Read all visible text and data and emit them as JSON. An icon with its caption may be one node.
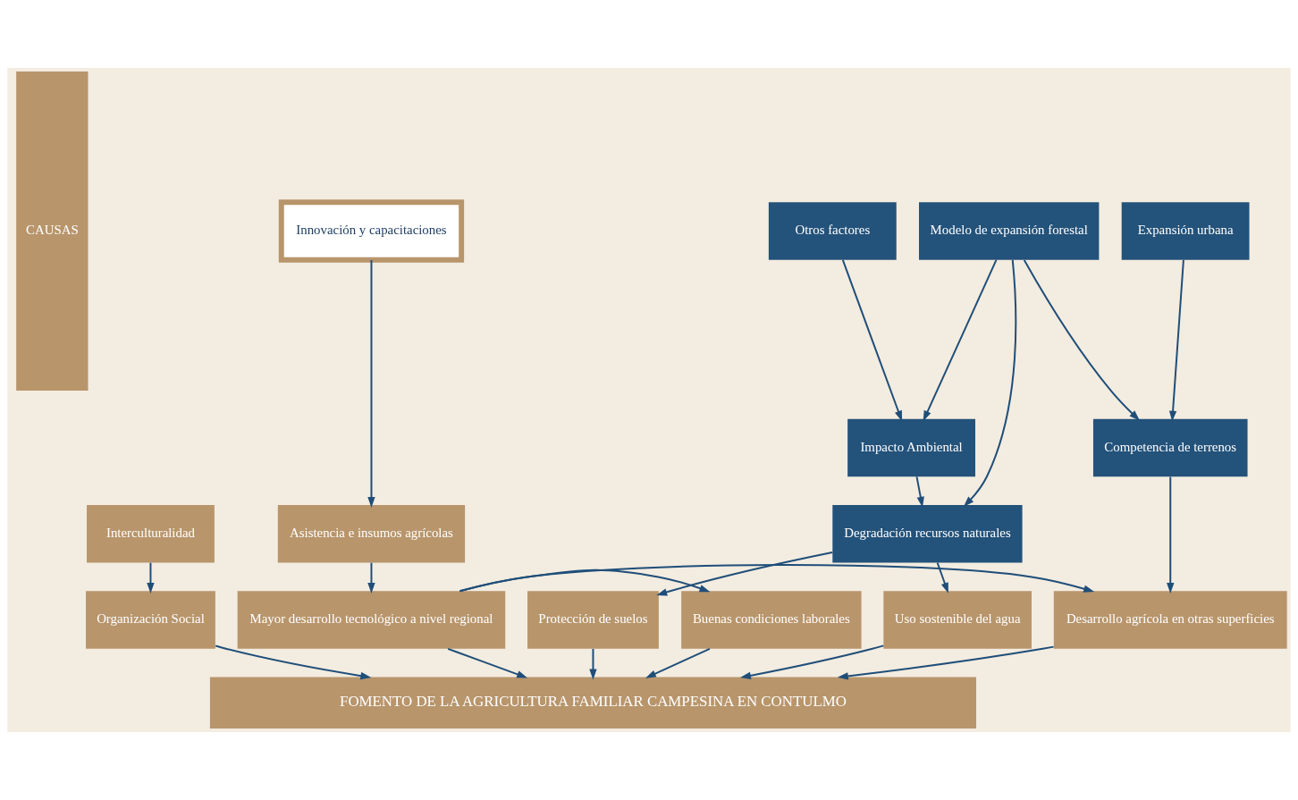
{
  "diagram": {
    "nodes": [
      {
        "text": [
          "CAUSAS"
        ]
      },
      {
        "text": [
          "Innovación y capacitaciones"
        ]
      },
      {
        "text": [
          "Otros factores"
        ]
      },
      {
        "text": [
          "Impacto Ambiental"
        ]
      },
      {
        "text": [
          "Modelo de expansión forestal"
        ]
      },
      {
        "text": [
          "Interculturalidad"
        ]
      },
      {
        "text": [
          "Expansión urbana"
        ]
      },
      {
        "text": [
          "Asistencia e insumos agrícolas"
        ]
      },
      {
        "text": [
          "Competencia de terrenos"
        ]
      },
      {
        "text": [
          "Degradación recursos naturales"
        ]
      },
      {
        "text": [
          "Organización Social"
        ]
      },
      {
        "text": [
          "Mayor desarrollo tecnológico a nivel regional"
        ]
      },
      {
        "text": [
          "Buenas condiciones laborales"
        ]
      },
      {
        "text": [
          "Desarrollo agrícola en otras superficies"
        ]
      },
      {
        "text": [
          "Protección de suelos"
        ]
      },
      {
        "text": [
          "Uso sostenible del agua"
        ]
      },
      {
        "text": [
          "FOMENTO DE LA AGRICULTURA FAMILIAR CAMPESINA EN CONTULMO"
        ]
      }
    ],
    "edges": [
      {
        "from": 1,
        "to": 7,
        "arrow": "to"
      },
      {
        "from": 2,
        "to": 3,
        "arrow": "to"
      },
      {
        "from": 4,
        "to": 3,
        "arrow": "to"
      },
      {
        "from": 4,
        "to": 9,
        "arrow": "to"
      },
      {
        "from": 3,
        "to": 9,
        "arrow": "to"
      },
      {
        "from": 5,
        "to": 10,
        "arrow": "to"
      },
      {
        "from": 4,
        "to": 8,
        "arrow": "to"
      },
      {
        "from": 6,
        "to": 8,
        "arrow": "to"
      },
      {
        "from": 7,
        "to": 11,
        "arrow": "to"
      },
      {
        "from": 11,
        "to": 13,
        "arrow": "to"
      },
      {
        "from": 8,
        "to": 13,
        "arrow": "to"
      },
      {
        "from": 9,
        "to": 14,
        "arrow": "to"
      },
      {
        "from": 9,
        "to": 15,
        "arrow": "to"
      },
      {
        "from": 11,
        "to": 12,
        "arrow": "to"
      },
      {
        "from": 11,
        "to": 16,
        "arrow": "to"
      },
      {
        "from": 12,
        "to": 16,
        "arrow": "to"
      },
      {
        "from": 13,
        "to": 16,
        "arrow": "to"
      },
      {
        "from": 14,
        "to": 16,
        "arrow": "to"
      },
      {
        "from": 15,
        "to": 16,
        "arrow": "to"
      },
      {
        "from": 10,
        "to": 16,
        "arrow": "to"
      }
    ]
  }
}
